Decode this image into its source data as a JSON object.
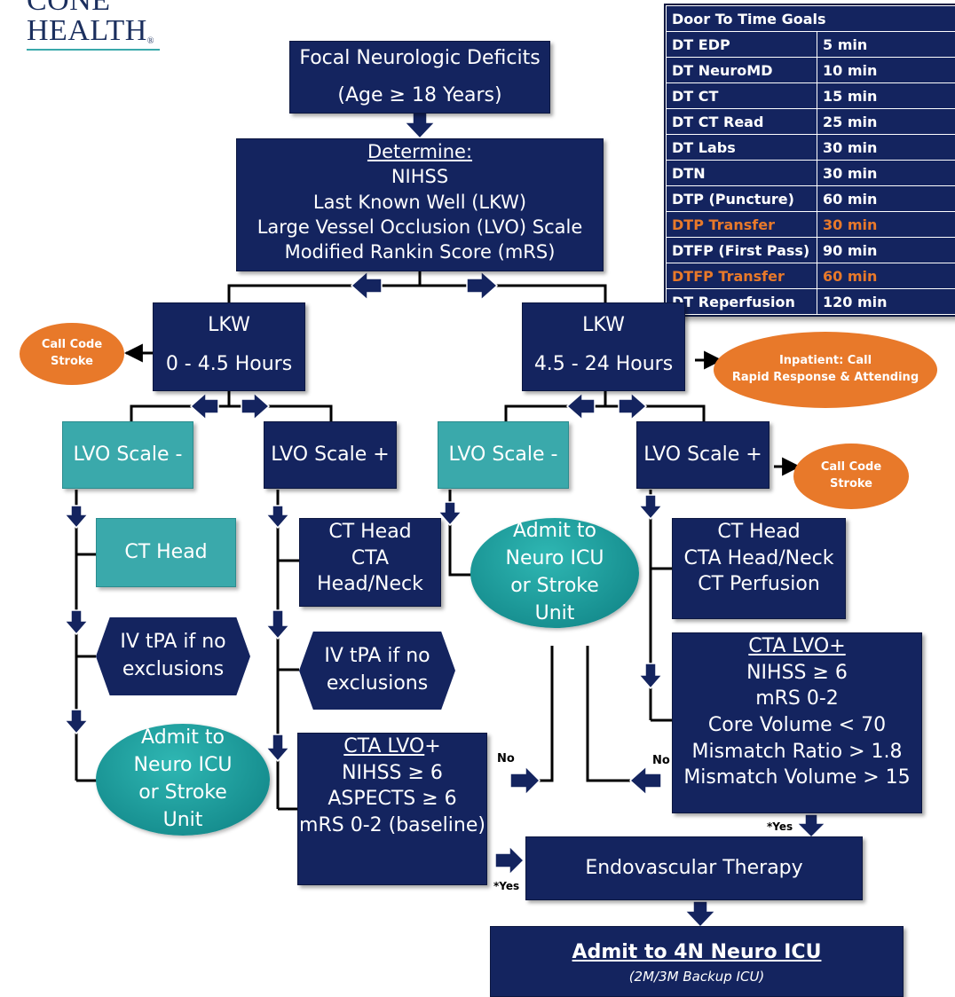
{
  "logo": {
    "line1": "CONE",
    "line2": "HEALTH",
    "mark": "®"
  },
  "goals": {
    "title": "Door To Time Goals",
    "rows": [
      {
        "label": "DT EDP",
        "value": "5 min",
        "highlight": false
      },
      {
        "label": "DT NeuroMD",
        "value": "10 min",
        "highlight": false
      },
      {
        "label": "DT CT",
        "value": "15 min",
        "highlight": false
      },
      {
        "label": "DT CT Read",
        "value": "25 min",
        "highlight": false
      },
      {
        "label": "DT Labs",
        "value": "30 min",
        "highlight": false
      },
      {
        "label": "DTN",
        "value": "30 min",
        "highlight": false
      },
      {
        "label": "DTP (Puncture)",
        "value": "60 min",
        "highlight": false
      },
      {
        "label": "DTP Transfer",
        "value": "30 min",
        "highlight": true
      },
      {
        "label": "DTFP (First Pass)",
        "value": "90 min",
        "highlight": false
      },
      {
        "label": "DTFP Transfer",
        "value": "60 min",
        "highlight": true
      },
      {
        "label": "DT Reperfusion",
        "value": "120 min",
        "highlight": false
      }
    ]
  },
  "nodes": {
    "focal": {
      "line1": "Focal Neurologic Deficits",
      "line2": "(Age ≥ 18 Years)"
    },
    "determine": {
      "title": "Determine:",
      "l1": "NIHSS",
      "l2": "Last Known Well (LKW)",
      "l3": "Large Vessel Occlusion (LVO) Scale",
      "l4": "Modified Rankin Score (mRS)"
    },
    "lkw_left": {
      "l1": "LKW",
      "l2": "0 - 4.5 Hours"
    },
    "lkw_right": {
      "l1": "LKW",
      "l2": "4.5 - 24 Hours"
    },
    "call_code_left": {
      "l1": "Call Code",
      "l2": "Stroke"
    },
    "inpatient": {
      "l1": "Inpatient: Call",
      "l2": "Rapid Response & Attending"
    },
    "call_code_right": {
      "l1": "Call Code",
      "l2": "Stroke"
    },
    "lvo_neg_left": "LVO Scale -",
    "lvo_pos_left": "LVO Scale +",
    "lvo_neg_right": "LVO Scale -",
    "lvo_pos_right": "LVO Scale +",
    "ct_head_left": "CT Head",
    "ct_cta_mid": {
      "l1": "CT Head",
      "l2": "CTA",
      "l3": "Head/Neck"
    },
    "admit_mid_right": {
      "l1": "Admit to",
      "l2": "Neuro ICU",
      "l3": "or Stroke",
      "l4": "Unit"
    },
    "ct_right": {
      "l1": "CT Head",
      "l2": "CTA Head/Neck",
      "l3": "CT Perfusion"
    },
    "iv_tpa_left": {
      "l1": "IV tPA if no",
      "l2": "exclusions"
    },
    "iv_tpa_mid": {
      "l1": "IV tPA if no",
      "l2": "exclusions"
    },
    "admit_left": {
      "l1": "Admit to",
      "l2": "Neuro ICU",
      "l3": "or Stroke",
      "l4": "Unit"
    },
    "cta_lvo_mid": {
      "title": "CTA LVO",
      "plus": "+",
      "l1": "NIHSS ≥ 6",
      "l2": "ASPECTS ≥ 6",
      "l3": "mRS 0-2 (baseline)"
    },
    "cta_lvo_right": {
      "title": "CTA LVO+",
      "l1": "NIHSS ≥ 6",
      "l2": "mRS 0-2",
      "l3": "Core Volume  < 70",
      "l4": "Mismatch Ratio > 1.8",
      "l5": "Mismatch Volume > 15"
    },
    "endovascular": "Endovascular Therapy",
    "admit_4n": {
      "title": "Admit to 4N Neuro ICU",
      "sub": "(2M/3M Backup ICU)"
    }
  },
  "labels": {
    "no_mid": "No",
    "no_right": "No",
    "yes_mid": "*Yes",
    "yes_right": "*Yes"
  },
  "colors": {
    "navy": "#14245f",
    "teal": "#3aa9ab",
    "orange": "#e8792a",
    "highlight_text": "#e8792a"
  }
}
